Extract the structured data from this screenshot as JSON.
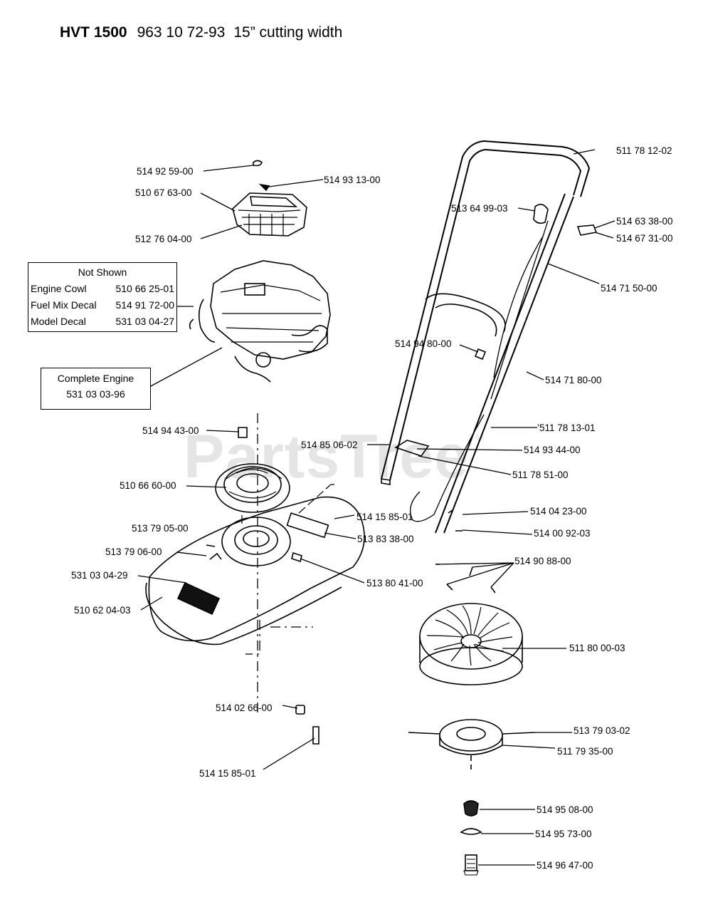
{
  "header": {
    "model": "HVT 1500",
    "number": "963 10 72-93",
    "description": "15” cutting width"
  },
  "not_shown": {
    "title": "Not Shown",
    "items": [
      {
        "name": "Engine Cowl",
        "part": "510 66 25-01"
      },
      {
        "name": "Fuel Mix Decal",
        "part": "514 91 72-00"
      },
      {
        "name": "Model Decal",
        "part": "531 03 04-27"
      }
    ]
  },
  "complete_engine": {
    "title": "Complete Engine",
    "part": "531 03 03-96"
  },
  "watermark": {
    "text": "PartsTree",
    "tm": "TM"
  },
  "parts": [
    "514 92 59-00",
    "514 93 13-00",
    "510 67 63-00",
    "512 76 04-00",
    "514 94 43-00",
    "510 66 60-00",
    "513 79 05-00",
    "513 79 06-00",
    "531 03 04-29",
    "510 62 04-03",
    "514 85 06-02",
    "514 15 85-01",
    "513 83 38-00",
    "513 80 41-00",
    "514 02 66-00",
    "514 15 85-01",
    "511 78 12-02",
    "513 64 99-03",
    "514 63 38-00",
    "514 67 31-00",
    "514 71 50-00",
    "514 94 80-00",
    "514 71 80-00",
    "’511 78 13-01",
    "514 93 44-00",
    "511 78 51-00",
    "514 04 23-00",
    "514 00 92-03",
    "514 90 88-00",
    "511 80 00-03",
    "513 79 03-02",
    "511 79 35-00",
    "514 95 08-00",
    "514 95 73-00",
    "514 96 47-00"
  ]
}
